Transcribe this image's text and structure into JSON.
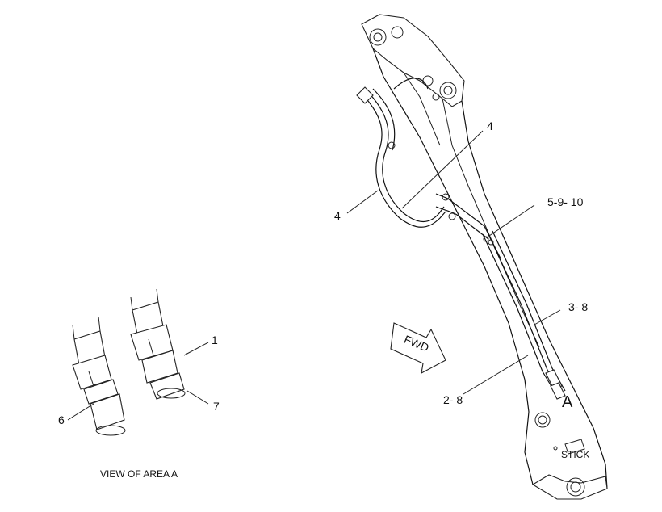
{
  "callouts": {
    "c4_top": "4",
    "c4_left": "4",
    "c5_9_10": "5-9- 10",
    "c3_8": "3- 8",
    "c2_8": "2- 8",
    "c1": "1",
    "c7": "7",
    "c6": "6"
  },
  "fwd_label": "FWD",
  "area_letter": "A",
  "stick_label": "STICK",
  "view_caption": "VIEW OF AREA  A"
}
